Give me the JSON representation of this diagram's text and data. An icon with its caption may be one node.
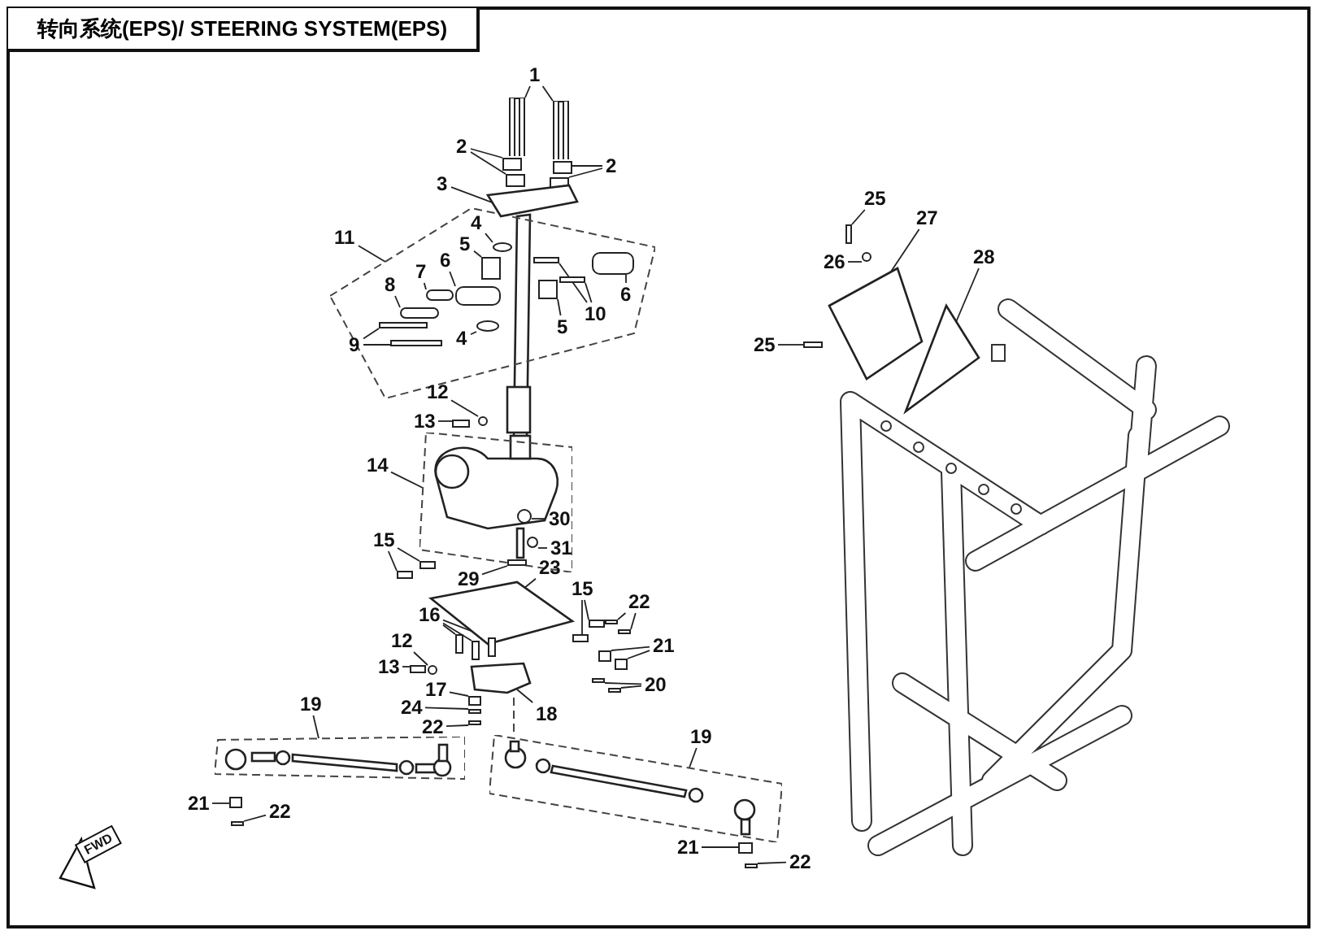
{
  "diagram": {
    "title": "转向系统(EPS)/ STEERING SYSTEM(EPS)",
    "nodes": [
      {
        "text": [],
        "shape": "box"
      },
      {
        "text": [],
        "shape": "box"
      },
      {
        "text": [],
        "shape": "box"
      },
      {
        "text": [],
        "shape": "box"
      },
      {
        "text": [
          "1"
        ]
      },
      {
        "text": [
          "2"
        ]
      },
      {
        "text": [
          "2"
        ]
      },
      {
        "text": [
          "3"
        ]
      },
      {
        "text": [
          "11"
        ]
      },
      {
        "text": [
          "4"
        ],
        "in": 0
      },
      {
        "text": [
          "5"
        ],
        "in": 0
      },
      {
        "text": [
          "6"
        ],
        "in": 0
      },
      {
        "text": [
          "7"
        ],
        "in": 0
      },
      {
        "text": [
          "8"
        ],
        "in": 0
      },
      {
        "text": [
          "9"
        ]
      },
      {
        "text": [
          "4"
        ],
        "in": 0
      },
      {
        "text": [
          "5"
        ],
        "in": 0
      },
      {
        "text": [
          "10"
        ],
        "in": 0
      },
      {
        "text": [
          "6"
        ],
        "in": 0
      },
      {
        "text": [
          "12"
        ]
      },
      {
        "text": [
          "13"
        ]
      },
      {
        "text": [
          "14"
        ]
      },
      {
        "text": [
          "30"
        ],
        "in": 1
      },
      {
        "text": [
          "31"
        ],
        "in": 1
      },
      {
        "text": [
          "15"
        ]
      },
      {
        "text": [
          "29"
        ]
      },
      {
        "text": [
          "23"
        ]
      },
      {
        "text": [
          "15"
        ]
      },
      {
        "text": [
          "22"
        ]
      },
      {
        "text": [
          "12"
        ]
      },
      {
        "text": [
          "21"
        ]
      },
      {
        "text": [
          "16"
        ]
      },
      {
        "text": [
          "13"
        ]
      },
      {
        "text": [
          "20"
        ]
      },
      {
        "text": [
          "17"
        ]
      },
      {
        "text": [
          "24"
        ]
      },
      {
        "text": [
          "22"
        ]
      },
      {
        "text": [
          "18"
        ]
      },
      {
        "text": [
          "19"
        ]
      },
      {
        "text": [
          "19"
        ]
      },
      {
        "text": [
          "21"
        ]
      },
      {
        "text": [
          "22"
        ]
      },
      {
        "text": [
          "21"
        ]
      },
      {
        "text": [
          "22"
        ]
      },
      {
        "text": [
          "25"
        ]
      },
      {
        "text": [
          "27"
        ]
      },
      {
        "text": [
          "26"
        ]
      },
      {
        "text": [
          "28"
        ]
      },
      {
        "text": [
          "25"
        ]
      },
      {
        "text": [],
        "shape": "bar"
      },
      {
        "text": [],
        "shape": "bar"
      },
      {
        "text": [],
        "shape": "box"
      },
      {
        "text": [],
        "shape": "box"
      },
      {
        "text": [],
        "shape": "box"
      },
      {
        "text": [],
        "shape": "box"
      },
      {
        "text": [],
        "shape": "picture"
      },
      {
        "text": [],
        "shape": "circle",
        "in": 0
      },
      {
        "text": [],
        "shape": "box",
        "in": 0
      },
      {
        "text": [],
        "shape": "box",
        "in": 0
      },
      {
        "text": [],
        "shape": "box",
        "in": 0
      },
      {
        "text": [],
        "shape": "box",
        "in": 0
      },
      {
        "text": [],
        "shape": "bar",
        "in": 0
      },
      {
        "text": [],
        "shape": "bar",
        "in": 0
      },
      {
        "text": [],
        "shape": "circle",
        "in": 0
      },
      {
        "text": [],
        "shape": "box",
        "in": 0
      },
      {
        "text": [],
        "shape": "bar",
        "in": 0
      },
      {
        "text": [],
        "shape": "bar",
        "in": 0
      },
      {
        "text": [],
        "shape": "box",
        "in": 0
      },
      {
        "text": [],
        "shape": "circle"
      },
      {
        "text": [],
        "shape": "bar"
      },
      {
        "text": [],
        "shape": "circle",
        "in": 1
      },
      {
        "text": [],
        "shape": "circle",
        "in": 1
      },
      {
        "text": [],
        "shape": "bar"
      },
      {
        "text": [],
        "shape": "bar"
      },
      {
        "text": [],
        "shape": "bar",
        "in": 1
      },
      {
        "text": [],
        "shape": "picture"
      },
      {
        "text": [],
        "shape": "bar"
      },
      {
        "text": [],
        "shape": "bar"
      },
      {
        "text": [],
        "shape": "bar"
      },
      {
        "text": [],
        "shape": "bar"
      },
      {
        "text": [],
        "shape": "circle"
      },
      {
        "text": [],
        "shape": "box"
      },
      {
        "text": [],
        "shape": "box"
      },
      {
        "text": [],
        "shape": "bar"
      },
      {
        "text": [],
        "shape": "bar"
      },
      {
        "text": [],
        "shape": "bar"
      },
      {
        "text": [],
        "shape": "bar"
      },
      {
        "text": [],
        "shape": "bar"
      },
      {
        "text": [],
        "shape": "bar"
      },
      {
        "text": [],
        "shape": "box"
      },
      {
        "text": [],
        "shape": "bar"
      },
      {
        "text": [],
        "shape": "bar"
      },
      {
        "text": [],
        "shape": "box"
      },
      {
        "text": [],
        "shape": "box"
      },
      {
        "text": [],
        "shape": "bar"
      },
      {
        "text": [],
        "shape": "box"
      },
      {
        "text": [],
        "shape": "bar"
      },
      {
        "text": [],
        "shape": "bar"
      },
      {
        "text": [],
        "shape": "picture"
      },
      {
        "text": [],
        "shape": "circle"
      },
      {
        "text": [],
        "shape": "picture"
      },
      {
        "text": [],
        "shape": "bar"
      }
    ],
    "edges": [
      {
        "from": 4,
        "to": 49,
        "arrow": "none"
      },
      {
        "from": 4,
        "to": 50,
        "arrow": "none"
      },
      {
        "from": 5,
        "to": 51,
        "arrow": "none"
      },
      {
        "from": 5,
        "to": 52,
        "arrow": "none"
      },
      {
        "from": 6,
        "to": 53,
        "arrow": "none"
      },
      {
        "from": 6,
        "to": 54,
        "arrow": "none"
      },
      {
        "from": 7,
        "to": 55,
        "arrow": "none"
      },
      {
        "from": 8,
        "to": 0,
        "arrow": "none"
      },
      {
        "from": 9,
        "to": 56,
        "arrow": "none"
      },
      {
        "from": 10,
        "to": 57,
        "arrow": "none"
      },
      {
        "from": 11,
        "to": 58,
        "arrow": "none"
      },
      {
        "from": 12,
        "to": 59,
        "arrow": "none"
      },
      {
        "from": 13,
        "to": 60,
        "arrow": "none"
      },
      {
        "from": 14,
        "to": 61,
        "arrow": "none"
      },
      {
        "from": 14,
        "to": 62,
        "arrow": "none"
      },
      {
        "from": 15,
        "to": 63,
        "arrow": "none"
      },
      {
        "from": 16,
        "to": 64,
        "arrow": "none"
      },
      {
        "from": 17,
        "to": 65,
        "arrow": "none"
      },
      {
        "from": 17,
        "to": 66,
        "arrow": "none"
      },
      {
        "from": 18,
        "to": 67,
        "arrow": "none"
      },
      {
        "from": 19,
        "to": 68,
        "arrow": "none"
      },
      {
        "from": 20,
        "to": 69,
        "arrow": "none"
      },
      {
        "from": 21,
        "to": 1,
        "arrow": "none"
      },
      {
        "from": 22,
        "to": 70,
        "arrow": "none"
      },
      {
        "from": 23,
        "to": 71,
        "arrow": "none"
      },
      {
        "from": 24,
        "to": 72,
        "arrow": "none"
      },
      {
        "from": 24,
        "to": 73,
        "arrow": "none"
      },
      {
        "from": 25,
        "to": 74,
        "arrow": "none"
      },
      {
        "from": 26,
        "to": 75,
        "arrow": "none"
      },
      {
        "from": 27,
        "to": 76,
        "arrow": "none"
      },
      {
        "from": 27,
        "to": 77,
        "arrow": "none"
      },
      {
        "from": 28,
        "to": 78,
        "arrow": "none"
      },
      {
        "from": 28,
        "to": 79,
        "arrow": "none"
      },
      {
        "from": 29,
        "to": 80,
        "arrow": "none"
      },
      {
        "from": 30,
        "to": 81,
        "arrow": "none"
      },
      {
        "from": 30,
        "to": 82,
        "arrow": "none"
      },
      {
        "from": 31,
        "to": 83,
        "arrow": "none"
      },
      {
        "from": 31,
        "to": 84,
        "arrow": "none"
      },
      {
        "from": 31,
        "to": 85,
        "arrow": "none"
      },
      {
        "from": 32,
        "to": 86,
        "arrow": "none"
      },
      {
        "from": 33,
        "to": 87,
        "arrow": "none"
      },
      {
        "from": 33,
        "to": 88,
        "arrow": "none"
      },
      {
        "from": 34,
        "to": 89,
        "arrow": "none"
      },
      {
        "from": 35,
        "to": 90,
        "arrow": "none"
      },
      {
        "from": 36,
        "to": 91,
        "arrow": "none"
      },
      {
        "from": 37,
        "to": 92,
        "arrow": "none"
      },
      {
        "from": 38,
        "to": 2,
        "arrow": "none"
      },
      {
        "from": 39,
        "to": 3,
        "arrow": "none"
      },
      {
        "from": 40,
        "to": 93,
        "arrow": "none"
      },
      {
        "from": 41,
        "to": 94,
        "arrow": "none"
      },
      {
        "from": 42,
        "to": 95,
        "arrow": "none"
      },
      {
        "from": 43,
        "to": 96,
        "arrow": "none"
      },
      {
        "from": 44,
        "to": 97,
        "arrow": "none"
      },
      {
        "from": 45,
        "to": 98,
        "arrow": "none"
      },
      {
        "from": 46,
        "to": 99,
        "arrow": "none"
      },
      {
        "from": 47,
        "to": 100,
        "arrow": "none"
      },
      {
        "from": 48,
        "to": 101,
        "arrow": "none"
      }
    ],
    "labels": [
      "FWD"
    ]
  }
}
